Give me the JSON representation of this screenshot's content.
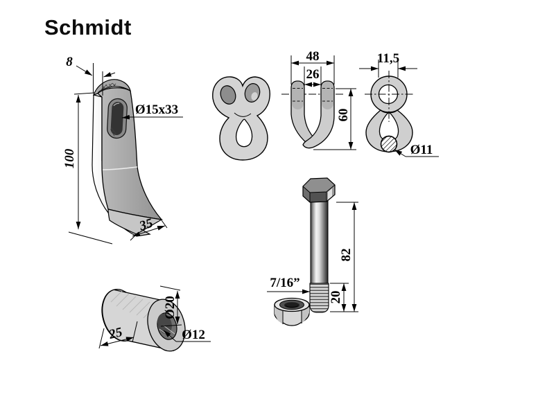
{
  "page": {
    "brand": "Schmidt"
  },
  "flail_blade": {
    "thickness": "8",
    "height": "100",
    "slot_size": "Ø15x33",
    "edge_width": "35"
  },
  "shackle": {
    "outer_width": "48",
    "inner_width": "26",
    "height": "60",
    "eye_bore": "11,5",
    "wire_diameter": "Ø11"
  },
  "bolt": {
    "shank_length": "82",
    "thread_length": "20",
    "thread_size": "7/16”"
  },
  "bushing": {
    "length": "25",
    "outer_diameter": "Ø20",
    "bore_diameter": "Ø12"
  }
}
